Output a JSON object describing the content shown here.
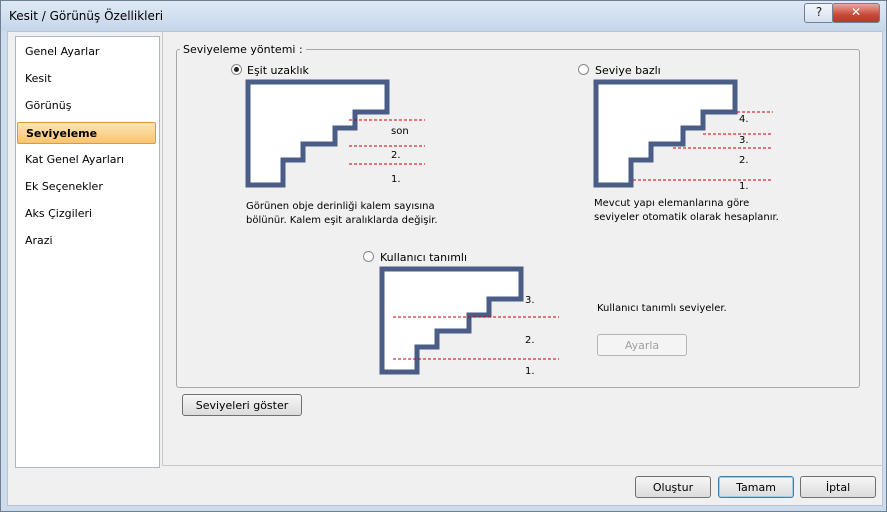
{
  "window": {
    "title": "Kesit / Görünüş Özellikleri",
    "help_glyph": "?",
    "close_glyph": "✕"
  },
  "sidebar": {
    "items": [
      {
        "label": "Genel Ayarlar"
      },
      {
        "label": "Kesit"
      },
      {
        "label": "Görünüş"
      },
      {
        "label": "Seviyeleme",
        "selected": true
      },
      {
        "label": "Kat Genel Ayarları"
      },
      {
        "label": "Ek Seçenekler"
      },
      {
        "label": "Aks Çizgileri"
      },
      {
        "label": "Arazi"
      }
    ]
  },
  "group": {
    "title": "Seviyeleme yöntemi :",
    "options": {
      "esit": {
        "label": "Eşit uzaklık",
        "selected": true,
        "levels": [
          "son",
          "2.",
          "1."
        ],
        "description": [
          "Görünen obje derinliği kalem sayısına",
          "bölünür. Kalem eşit aralıklarda değişir."
        ]
      },
      "seviye": {
        "label": "Seviye bazlı",
        "selected": false,
        "levels": [
          "4.",
          "3.",
          "2.",
          "1."
        ],
        "description": [
          "Mevcut yapı elemanlarına göre",
          "seviyeler otomatik olarak hesaplanır."
        ]
      },
      "kullanici": {
        "label": "Kullanıcı tanımlı",
        "selected": false,
        "levels": [
          "3.",
          "2.",
          "1."
        ],
        "description": "Kullanıcı tanımlı seviyeler.",
        "settings_button": "Ayarla"
      }
    }
  },
  "buttons": {
    "show_levels": "Seviyeleri göster",
    "create": "Oluştur",
    "ok": "Tamam",
    "cancel": "İptal"
  },
  "colors": {
    "outline": "#4a5d86",
    "outline_fill": "#ffffff",
    "level_line": "#cc0000",
    "selection": "#f9c46f"
  }
}
